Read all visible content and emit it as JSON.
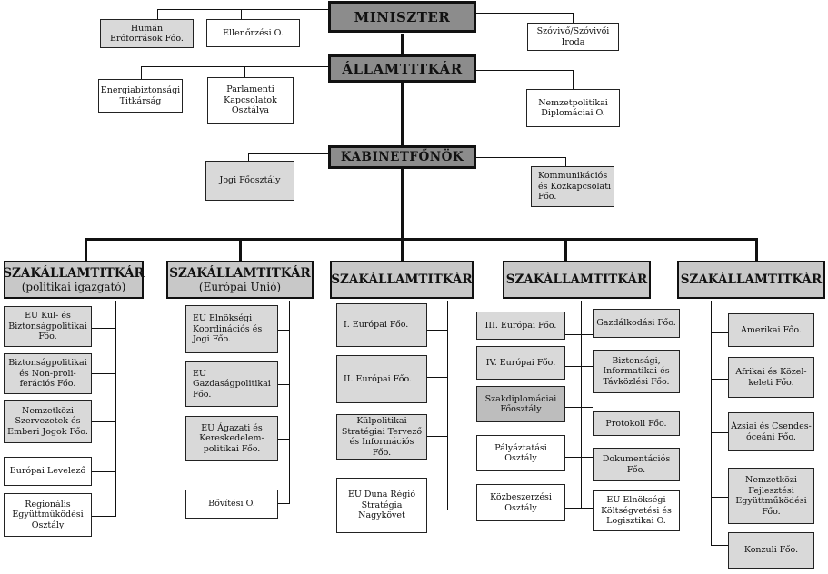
{
  "top": {
    "miniszter": "MINISZTER",
    "allamtitkar": "ÁLLAMTITKÁR",
    "kabinetfonok": "KABINETFŐNÖK"
  },
  "miniszter_units": {
    "human": "Humán\nErőforrások Főo.",
    "ellenorzesi": "Ellenőrzési O.",
    "szovivo": "Szóvivő/Szóvivői\nIroda"
  },
  "allamtitkar_units": {
    "energia": "Energiabiztonsági\nTitkárság",
    "parlamenti": "Parlamenti\nKapcsolatok\nOsztálya",
    "nemzetpolitikai": "Nemzetpolitikai\nDiplomáciai O."
  },
  "kabinet_units": {
    "jogi": "Jogi Főosztály",
    "kommunikacios": "Kommunikációs\nés Közkapcsolati\nFőo."
  },
  "sections": [
    {
      "title": "SZAKÁLLAMTITKÁR",
      "subtitle": "(politikai igazgató)",
      "units": [
        "EU Kül- és\nBiztonságpolitikai\nFőo.",
        "Biztonságpolitikai\nés  Non-proli-\nferációs Főo.",
        "Nemzetközi\nSzervezetek és\nEmberi Jogok Főo.",
        "Európai Levelező",
        "Regionális\nEgyüttműködési\nOsztály"
      ]
    },
    {
      "title": "SZAKÁLLAMTITKÁR",
      "subtitle": "(Európai Unió)",
      "units": [
        "EU Elnökségi\nKoordinációs és\nJogi Főo.",
        "EU\nGazdaságpolitikai\nFőo.",
        "EU Ágazati és\nKereskedelem-\npolitikai Főo.",
        "Bővítési O."
      ]
    },
    {
      "title": "SZAKÁLLAMTITKÁR",
      "subtitle": "",
      "units": [
        "I. Európai Főo.",
        "II. Európai Főo.",
        "Külpolitikai\nStratégiai Tervező\nés Információs Főo.",
        "EU Duna Régió\nStratégia\nNagykövet"
      ]
    },
    {
      "title": "SZAKÁLLAMTITKÁR",
      "subtitle": "",
      "left_units": [
        "III. Európai  Főo.",
        "IV. Európai Főo.",
        "Szakdiplomáciai\nFőosztály",
        "Pályáztatási\nOsztály",
        "Közbeszerzési\nOsztály"
      ],
      "right_units": [
        "Gazdálkodási Főo.",
        "Biztonsági,\nInformatikai és\nTávközlési Főo.",
        "Protokoll Főo.",
        "Dokumentációs\nFőo.",
        "EU Elnökségi\nKöltségvetési és\nLogisztikai O."
      ]
    },
    {
      "title": "SZAKÁLLAMTITKÁR",
      "subtitle": "",
      "units": [
        "Amerikai Főo.",
        "Afrikai és Közel-\nkeleti Főo.",
        "Ázsiai és Csendes-\nóceáni Főo.",
        "Nemzetközi\nFejlesztési\nEgyüttműködési\nFőo.",
        "Konzuli Főo."
      ]
    }
  ]
}
